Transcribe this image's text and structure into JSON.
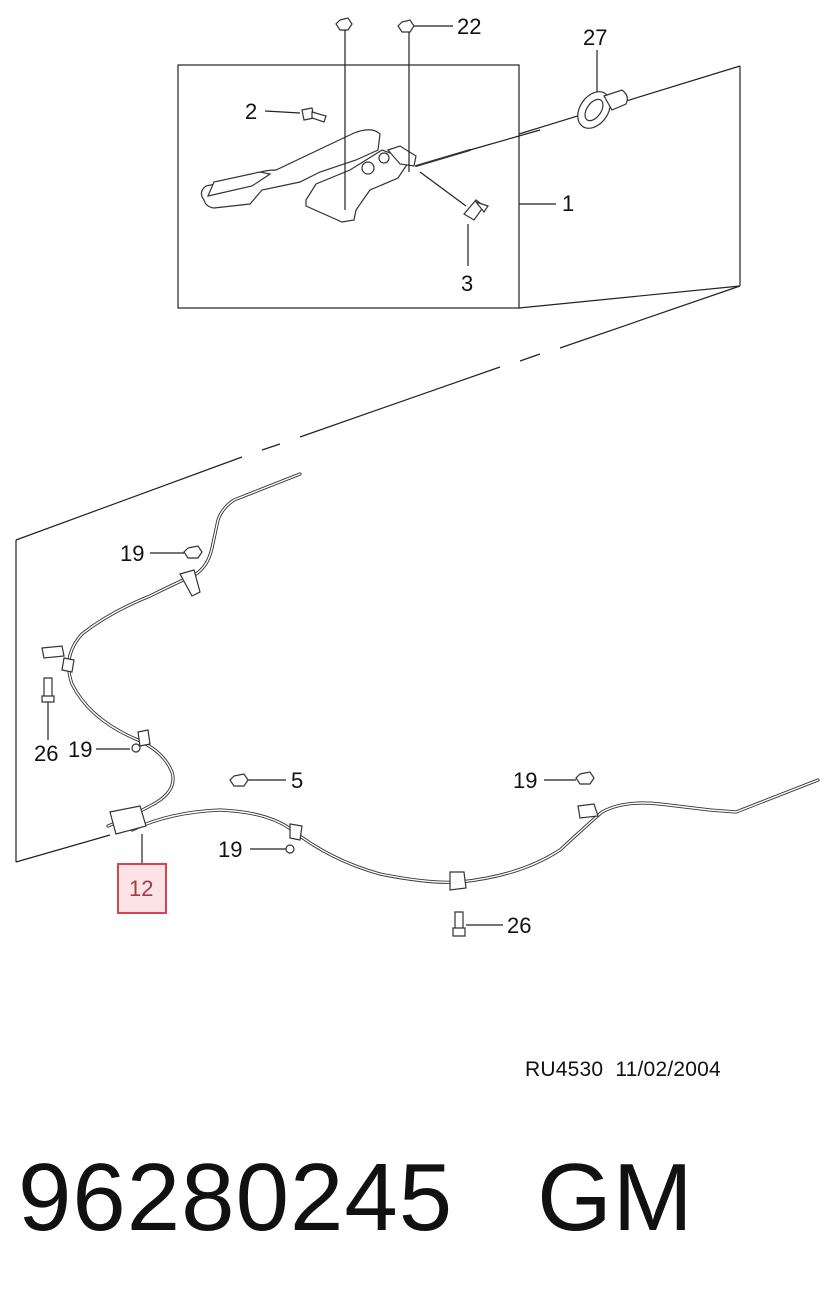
{
  "callouts": {
    "c22": "22",
    "c27": "27",
    "c2": "2",
    "c1": "1",
    "c3": "3",
    "c19a": "19",
    "c26a": "26",
    "c19b": "19",
    "c5": "5",
    "c19c": "19",
    "c19d": "19",
    "c12": "12",
    "c26b": "26"
  },
  "footer": {
    "drawing_code": "RU4530",
    "date": "11/02/2004"
  },
  "part": {
    "number": "96280245",
    "brand": "GM"
  },
  "highlight_color": "#d9434f",
  "highlight_fill": "#fbe3e6",
  "icons": [
    "nut-icon",
    "bolt-icon",
    "grommet-icon",
    "clip-icon",
    "handbrake-lever-icon",
    "cable-icon"
  ]
}
